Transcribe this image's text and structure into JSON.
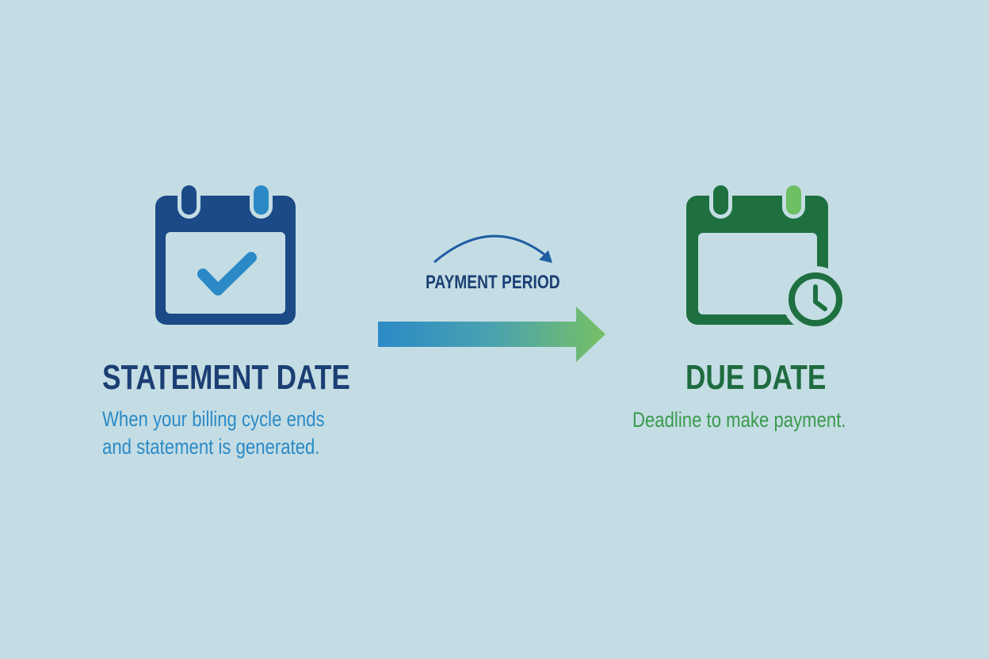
{
  "background_color": "#c4dde4",
  "statement": {
    "icon": "calendar-check-icon",
    "title": "STATEMENT DATE",
    "description_lines": [
      "When your billing cycle ends",
      "and statement is generated."
    ],
    "colors": {
      "primary": "#1b4a86",
      "accent": "#2b8ac6",
      "title": "#1b3f74"
    }
  },
  "transition": {
    "label": "PAYMENT PERIOD",
    "icon": "curved-arrow-icon",
    "arrow_icon": "gradient-right-arrow-icon",
    "gradient": [
      "#2b8ac6",
      "#76c064"
    ]
  },
  "due": {
    "icon": "calendar-clock-icon",
    "title": "DUE DATE",
    "description": "Deadline to make payment.",
    "colors": {
      "primary": "#1e7040",
      "accent": "#6dbf63",
      "title": "#1e6b3f",
      "text": "#3a9a4c"
    }
  }
}
